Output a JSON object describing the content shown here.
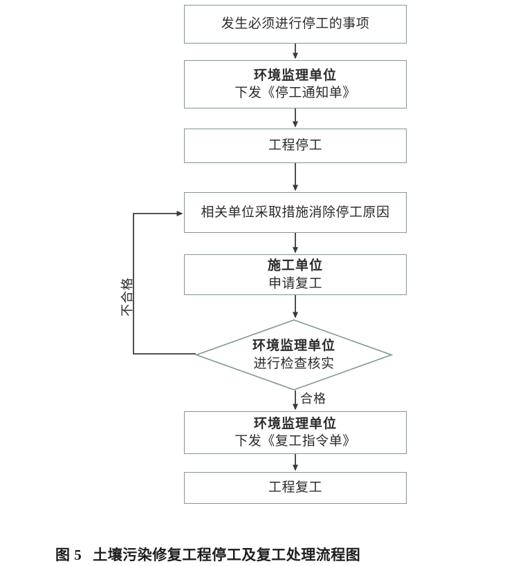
{
  "figure": {
    "caption_label": "图 5",
    "caption_title": "土壤污染修复工程停工及复工处理流程图",
    "colors": {
      "node_border": "#7e9a86",
      "node_fill": "#ffffff",
      "connector": "#3a3a3a",
      "text": "#2b2b2b",
      "background": "#ffffff"
    }
  },
  "nodes": [
    {
      "id": "trigger-event",
      "shape": "rectangle",
      "lines": [
        {
          "text": "发生必须进行停工的事项",
          "bold": false
        }
      ]
    },
    {
      "id": "issue-stop-work-notice",
      "shape": "rectangle",
      "lines": [
        {
          "text": "环境监理单位",
          "bold": true
        },
        {
          "text": "下发《停工通知单》",
          "bold": false
        }
      ]
    },
    {
      "id": "project-stopped",
      "shape": "rectangle",
      "lines": [
        {
          "text": "工程停工",
          "bold": false
        }
      ]
    },
    {
      "id": "remediate-cause",
      "shape": "rectangle",
      "lines": [
        {
          "text": "相关单位采取措施消除停工原因",
          "bold": false
        }
      ]
    },
    {
      "id": "apply-resume-work",
      "shape": "rectangle",
      "lines": [
        {
          "text": "施工单位",
          "bold": true
        },
        {
          "text": "申请复工",
          "bold": false
        }
      ]
    },
    {
      "id": "inspection-decision",
      "shape": "diamond",
      "lines": [
        {
          "text": "环境监理单位",
          "bold": true
        },
        {
          "text": "进行检查核实",
          "bold": false
        }
      ]
    },
    {
      "id": "issue-resume-order",
      "shape": "rectangle",
      "lines": [
        {
          "text": "环境监理单位",
          "bold": true
        },
        {
          "text": "下发《复工指令单》",
          "bold": false
        }
      ]
    },
    {
      "id": "project-resumed",
      "shape": "rectangle",
      "lines": [
        {
          "text": "工程复工",
          "bold": false
        }
      ]
    }
  ],
  "edge_labels": {
    "fail_branch": "不合格",
    "pass_branch": "合格"
  }
}
